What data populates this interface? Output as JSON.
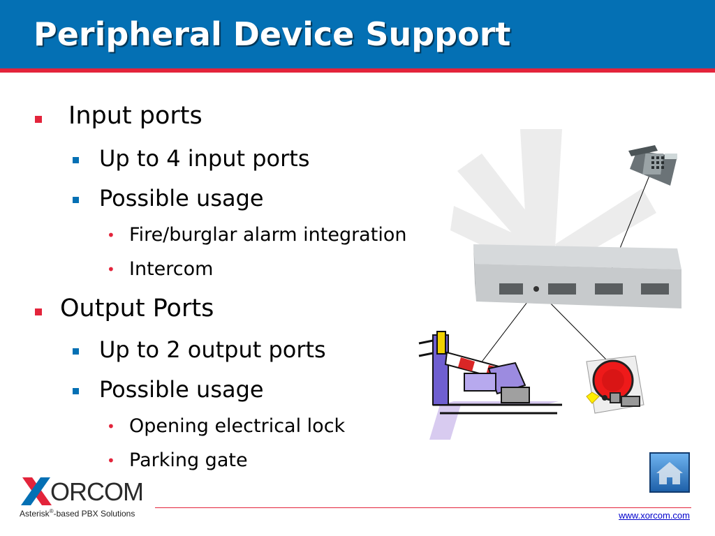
{
  "slide": {
    "title": "Peripheral Device Support",
    "bullets": [
      {
        "text": "Input ports",
        "level": 1
      },
      {
        "text": "Up to 4 input ports",
        "level": 2
      },
      {
        "text": "Possible usage",
        "level": 2
      },
      {
        "text": "Fire/burglar alarm integration",
        "level": 3
      },
      {
        "text": "Intercom",
        "level": 3
      },
      {
        "text": "Output Ports",
        "level": 1
      },
      {
        "text": "Up to 2 output ports",
        "level": 2
      },
      {
        "text": "Possible usage",
        "level": 2
      },
      {
        "text": "Opening electrical lock",
        "level": 3
      },
      {
        "text": "Parking gate",
        "level": 3
      }
    ]
  },
  "logo": {
    "word": "ORCOM",
    "tagline_part1": "Asterisk",
    "tagline_reg": "®",
    "tagline_part2": "-based PBX Solutions"
  },
  "footer": {
    "url": "www.xorcom.com"
  },
  "icons": {
    "home": "home-icon",
    "phone": "phone-icon",
    "pbx": "pbx-unit-icon",
    "bell": "alarm-bell-icon",
    "gate": "parking-gate-icon"
  },
  "colors": {
    "header": "#0470b4",
    "accent": "#e3243b"
  }
}
